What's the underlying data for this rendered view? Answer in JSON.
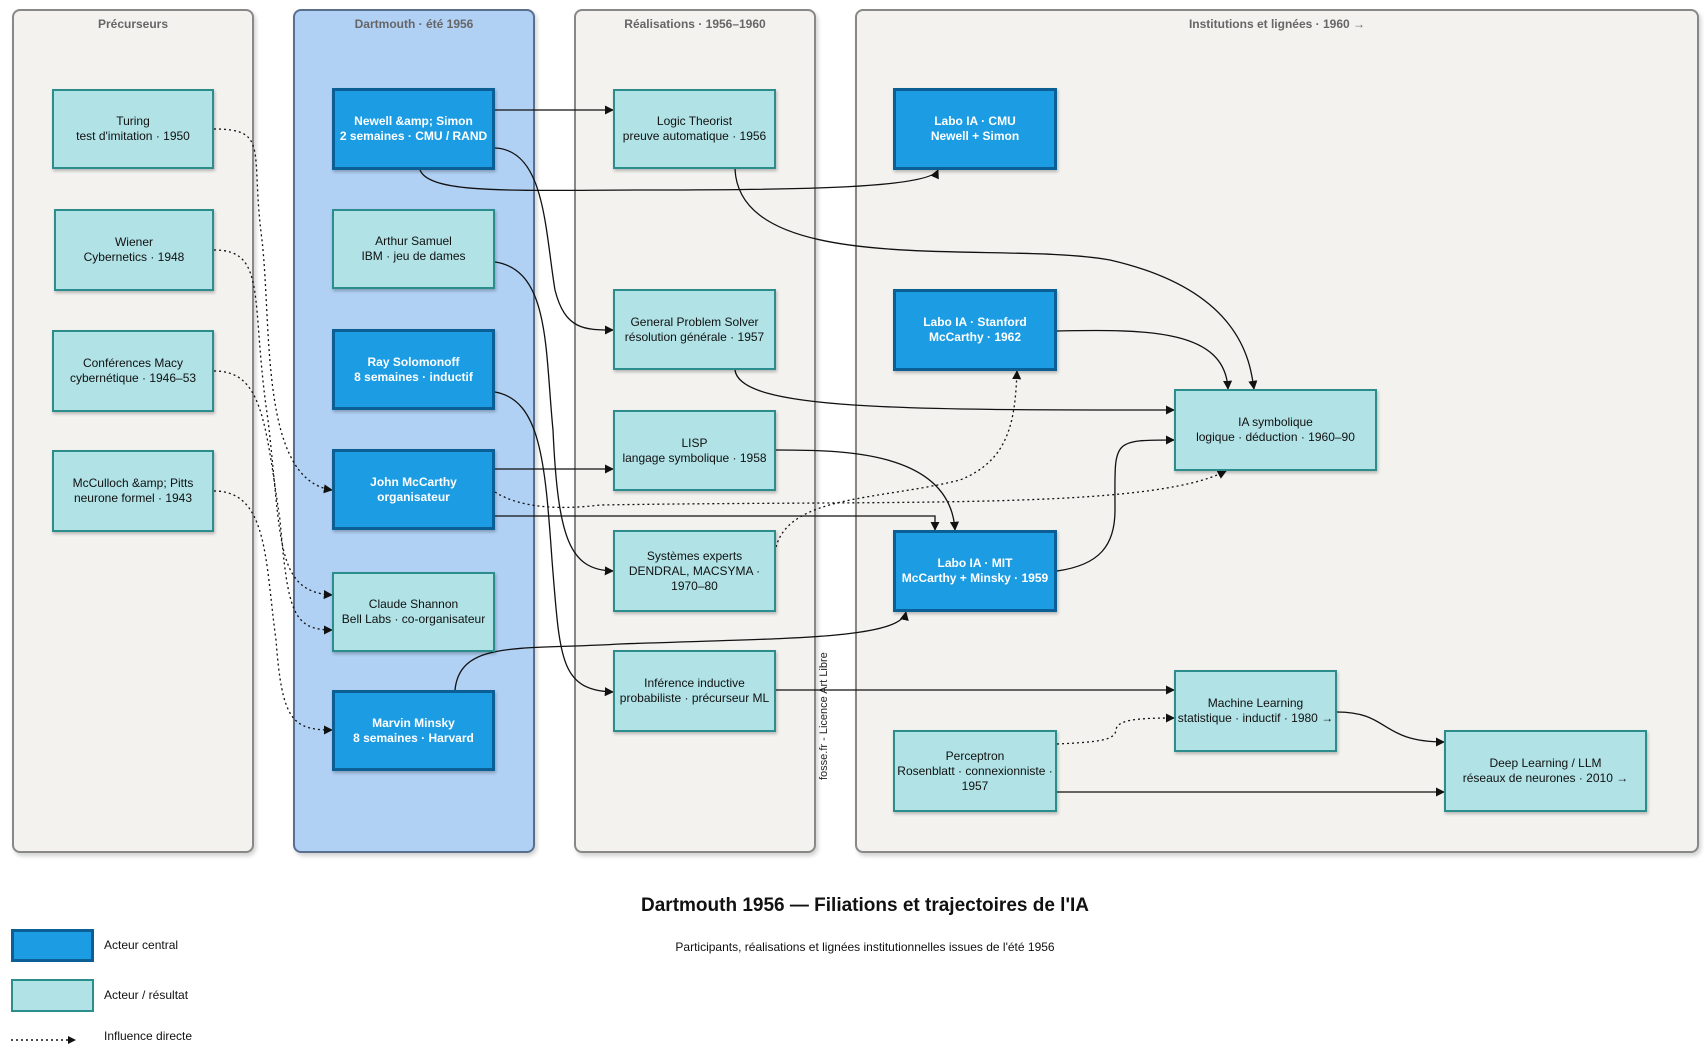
{
  "lanes": {
    "precursors": "Précurseurs",
    "dartmouth": "Dartmouth · été 1956",
    "achievements": "Réalisations · 1956–1960",
    "institutions": "Institutions et lignées · 1960 →"
  },
  "nodes": {
    "turing": [
      "Turing",
      "test d'imitation · 1950"
    ],
    "wiener": [
      "Wiener",
      "Cybernetics · 1948"
    ],
    "macy": [
      "Conférences Macy",
      "cybernétique · 1946–53"
    ],
    "mcculloch": [
      "McCulloch &amp; Pitts",
      "neurone formel · 1943"
    ],
    "newell": [
      "Newell &amp; Simon",
      "2 semaines · CMU / RAND"
    ],
    "samuel": [
      "Arthur Samuel",
      "IBM · jeu de dames"
    ],
    "solomonoff": [
      "Ray Solomonoff",
      "8 semaines · inductif"
    ],
    "mccarthy": [
      "John McCarthy",
      "organisateur"
    ],
    "shannon": [
      "Claude Shannon",
      "Bell Labs · co-organisateur"
    ],
    "minsky": [
      "Marvin Minsky",
      "8 semaines · Harvard"
    ],
    "logic_theorist": [
      "Logic Theorist",
      "preuve automatique · 1956"
    ],
    "gps": [
      "General Problem Solver",
      "résolution générale · 1957"
    ],
    "lisp": [
      "LISP",
      "langage symbolique · 1958"
    ],
    "expert": [
      "Systèmes experts",
      "DENDRAL, MACSYMA ·",
      "1970–80"
    ],
    "inductive": [
      "Inférence inductive",
      "probabiliste · précurseur ML"
    ],
    "cmu": [
      "Labo IA · CMU",
      "Newell + Simon"
    ],
    "stanford": [
      "Labo IA · Stanford",
      "McCarthy · 1962"
    ],
    "mit": [
      "Labo IA · MIT",
      "McCarthy + Minsky · 1959"
    ],
    "perceptron": [
      "Perceptron",
      "Rosenblatt · connexionniste ·",
      "1957"
    ],
    "symbolic": [
      "IA symbolique",
      "logique · déduction · 1960–90"
    ],
    "ml": [
      "Machine Learning",
      "statistique · inductif · 1980 →"
    ],
    "dl": [
      "Deep Learning / LLM",
      "réseaux de neurones · 2010 →"
    ]
  },
  "title": "Dartmouth 1956 — Filiations et trajectoires de l'IA",
  "subtitle": "Participants, réalisations et lignées institutionnelles issues de l'été 1956",
  "credit": "fosse.fr - Licence Art Libre",
  "legend": {
    "central": "Acteur central",
    "result": "Acteur / résultat",
    "influence": "Influence directe"
  },
  "colors": {
    "central_fill": "#1c9ce3",
    "central_border": "#0c5f95",
    "result_fill": "#b0e2e6",
    "result_border": "#2b8d8c",
    "dartmouth_lane": "#b0d0f4",
    "lane_fill": "#f3f2ef"
  },
  "edges": [
    {
      "from": "turing",
      "to": "mccarthy",
      "style": "dotted"
    },
    {
      "from": "wiener",
      "to": "shannon",
      "style": "dotted"
    },
    {
      "from": "macy",
      "to": "shannon",
      "style": "dotted"
    },
    {
      "from": "mcculloch",
      "to": "minsky",
      "style": "dotted"
    },
    {
      "from": "newell",
      "to": "logic_theorist",
      "style": "solid"
    },
    {
      "from": "newell",
      "to": "gps",
      "style": "solid"
    },
    {
      "from": "newell",
      "to": "cmu",
      "style": "solid"
    },
    {
      "from": "samuel",
      "to": "expert",
      "style": "solid"
    },
    {
      "from": "solomonoff",
      "to": "inductive",
      "style": "solid"
    },
    {
      "from": "mccarthy",
      "to": "lisp",
      "style": "solid"
    },
    {
      "from": "mccarthy",
      "to": "mit",
      "style": "solid"
    },
    {
      "from": "mccarthy",
      "to": "symbolic",
      "style": "dotted"
    },
    {
      "from": "minsky",
      "to": "mit",
      "style": "solid"
    },
    {
      "from": "logic_theorist",
      "to": "symbolic",
      "style": "solid"
    },
    {
      "from": "gps",
      "to": "symbolic",
      "style": "solid"
    },
    {
      "from": "lisp",
      "to": "mit",
      "style": "solid"
    },
    {
      "from": "expert",
      "to": "stanford",
      "style": "dotted"
    },
    {
      "from": "inductive",
      "to": "ml",
      "style": "solid"
    },
    {
      "from": "stanford",
      "to": "symbolic",
      "style": "solid"
    },
    {
      "from": "mit",
      "to": "symbolic",
      "style": "solid"
    },
    {
      "from": "perceptron",
      "to": "ml",
      "style": "dotted"
    },
    {
      "from": "perceptron",
      "to": "dl",
      "style": "solid"
    },
    {
      "from": "ml",
      "to": "dl",
      "style": "solid"
    }
  ]
}
